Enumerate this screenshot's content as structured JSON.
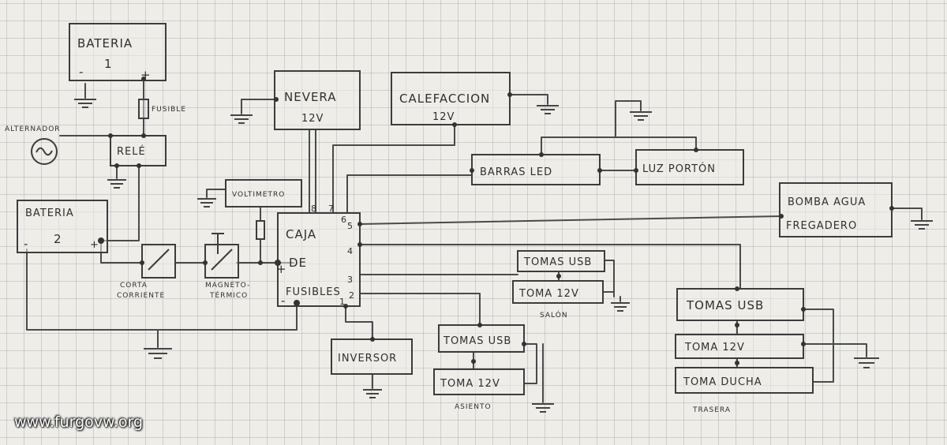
{
  "components": {
    "bateria1": {
      "title": "BATERIA",
      "number": "1",
      "minus": "-",
      "plus": "+"
    },
    "fusible": "FUSIBLE",
    "alternador": "ALTERNADOR",
    "rele": "RELÉ",
    "bateria2": {
      "title": "BATERIA",
      "number": "2",
      "minus": "-",
      "plus": "+"
    },
    "corta_corriente": [
      "CORTA",
      "CORRIENTE"
    ],
    "magnetotermico": [
      "MAGNETO-",
      "TÉRMICO"
    ],
    "voltimetro": "VOLTIMETRO",
    "nevera": {
      "line1": "NEVERA",
      "line2": "12V"
    },
    "calefaccion": {
      "line1": "CALEFACCION",
      "line2": "12V"
    },
    "barras_led": "BARRAS LED",
    "luz_porton": "LUZ PORTÓN",
    "bomba": {
      "line1": "BOMBA AGUA",
      "line2": "FREGADERO"
    },
    "caja": {
      "line1": "CAJA",
      "line2": "DE",
      "line3": "FUSIBLES",
      "plus": "+",
      "minus": "-"
    },
    "pins": [
      "8",
      "7",
      "6",
      "5",
      "4",
      "3",
      "2",
      "1"
    ],
    "inversor": "INVERSOR",
    "salon": {
      "tomas_usb": "TOMAS USB",
      "toma_12v": "TOMA 12V",
      "label": "SALÓN"
    },
    "asiento": {
      "tomas_usb": "TOMAS USB",
      "toma_12v": "TOMA 12V",
      "label": "ASIENTO"
    },
    "trasera": {
      "tomas_usb": "TOMAS USB",
      "toma_12v": "TOMA 12V",
      "toma_ducha": "TOMA DUCHA",
      "label": "TRASERA"
    }
  },
  "watermark": "www.furgovw.org"
}
